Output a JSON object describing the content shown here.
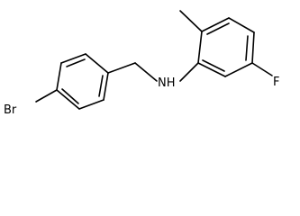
{
  "molecule": {
    "atoms": [
      {
        "id": "br",
        "label": "Br"
      },
      {
        "id": "nh",
        "label": "NH"
      },
      {
        "id": "f",
        "label": "F"
      }
    ],
    "colors": {
      "bond": "#000000",
      "text": "#000000",
      "background": "#ffffff"
    }
  }
}
